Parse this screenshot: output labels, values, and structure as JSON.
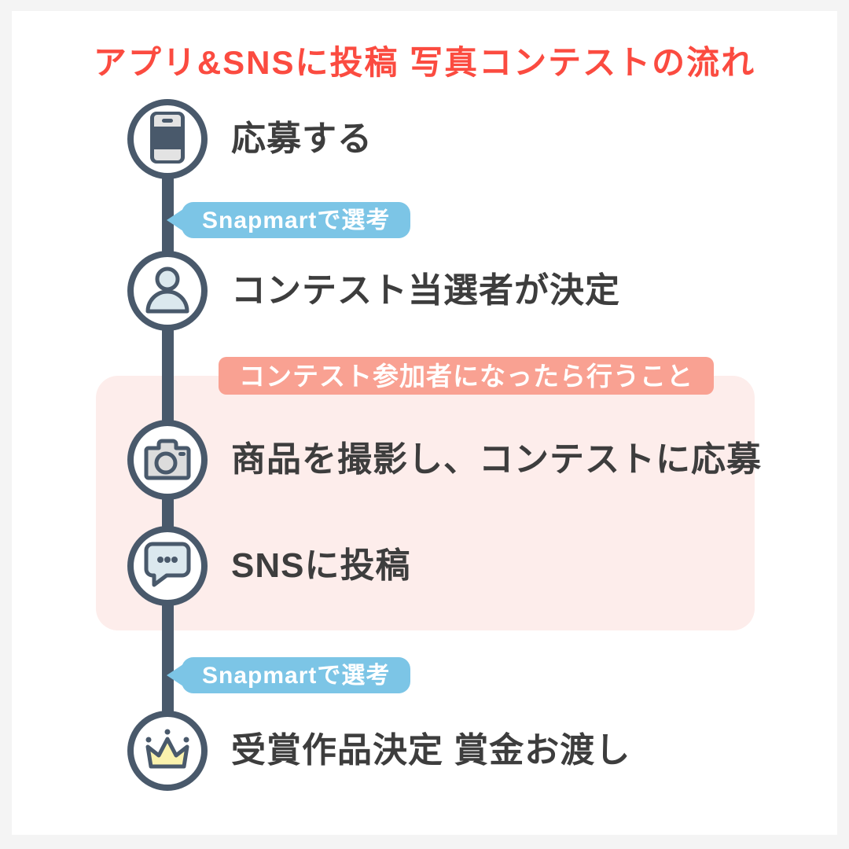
{
  "title": "アプリ&SNSに投稿 写真コンテストの流れ",
  "badges": {
    "snapmart": "Snapmartで選考",
    "participant": "コンテスト参加者になったら行うこと"
  },
  "steps": [
    {
      "icon": "smartphone-icon",
      "label": "応募する"
    },
    {
      "icon": "user-icon",
      "label": "コンテスト当選者が決定"
    },
    {
      "icon": "camera-icon",
      "label": "商品を撮影し、コンテストに応募"
    },
    {
      "icon": "speech-bubble-icon",
      "label": "SNSに投稿"
    },
    {
      "icon": "crown-icon",
      "label": "受賞作品決定 賞金お渡し"
    }
  ],
  "colors": {
    "accent_red": "#fb4b40",
    "badge_salmon": "#f9a192",
    "panel_pink": "#fdedeb",
    "badge_blue": "#7cc5e6",
    "slate": "#49596b",
    "text_dark": "#3d3d3d",
    "icon_fill_blue": "#dbe8ee",
    "icon_fill_gray": "#dcdcdc",
    "icon_fill_yellow": "#faf2ad"
  }
}
